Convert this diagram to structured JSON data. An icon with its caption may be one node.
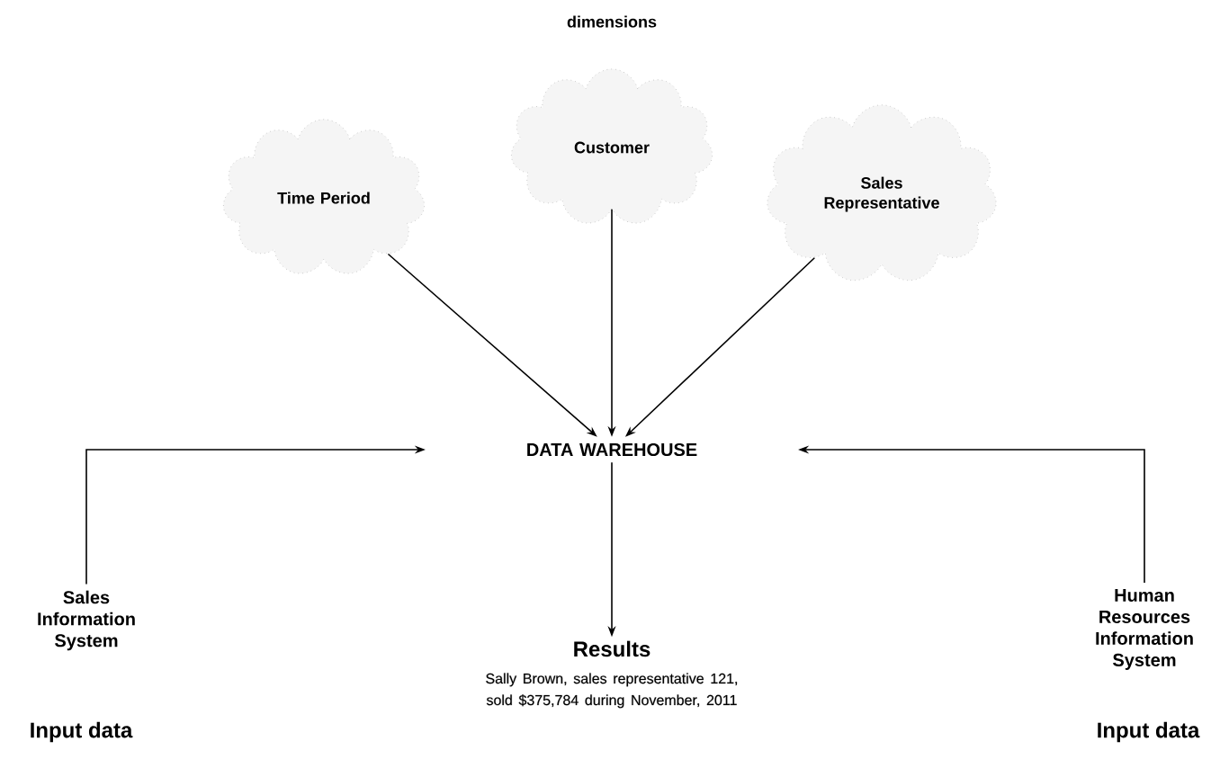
{
  "diagram": {
    "title": "dimensions",
    "nodes": [
      {
        "text": [
          "Time Period"
        ]
      },
      {
        "text": [
          "Customer"
        ]
      },
      {
        "text": [
          "Sales Representative"
        ]
      },
      {
        "text": [
          "DATA WAREHOUSE"
        ]
      },
      {
        "text": [
          "Sales Information System"
        ],
        "beside": [
          "Input data"
        ]
      },
      {
        "text": [
          "Human Resources Information System"
        ],
        "beside": [
          "Input data"
        ]
      },
      {
        "text": [
          "Results",
          "Sally Brown, sales representative 121, sold $375,784 during November, 2011"
        ]
      }
    ],
    "edges": [
      {
        "from": 0,
        "to": 3,
        "arrow": "to"
      },
      {
        "from": 1,
        "to": 3,
        "arrow": "to"
      },
      {
        "from": 2,
        "to": 3,
        "arrow": "to"
      },
      {
        "from": 4,
        "to": 3,
        "arrow": "to"
      },
      {
        "from": 5,
        "to": 3,
        "arrow": "to"
      },
      {
        "from": 3,
        "to": 6,
        "arrow": "to"
      }
    ]
  }
}
